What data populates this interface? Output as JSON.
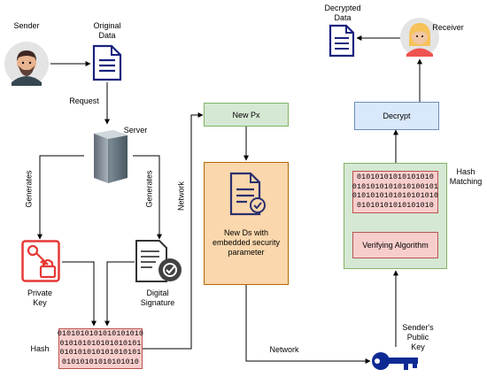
{
  "labels": {
    "sender": "Sender",
    "original_data": "Original\nData",
    "request": "Request",
    "server": "Server",
    "generates_left": "Generates",
    "generates_right": "Generates",
    "private_key": "Private\nKey",
    "digital_signature": "Digital\nSignature",
    "hash_left": "Hash",
    "network_vertical": "Network",
    "new_px": "New Px",
    "new_ds": "New Ds with\nembedded security\nparameter",
    "network_bottom": "Network",
    "senders_public_key": "Sender's\nPublic\nKey",
    "hash_matching": "Hash\nMatching",
    "verifying_algorithm": "Verifying Algorithm",
    "decrypt": "Decrypt",
    "decrypted_data": "Decrypted\nData",
    "receiver": "Receiver"
  },
  "hash_rows": [
    "010101010101010",
    "0101010101010101",
    "0101010101010101",
    "0101010101010101",
    "0101010101010101",
    "0101010101010101",
    "010101010101010"
  ],
  "hash_left_rows": [
    "0101010101010101010",
    "010101010101010101",
    "010101010101010101",
    "01010101010101010"
  ],
  "hash_right_rows": [
    "01010101010101010",
    "0101010101010100101",
    "0101010101010101010",
    "01010101010101010"
  ],
  "colors": {
    "green_fill": "#d5e8d4",
    "green_border": "#82b366",
    "orange_fill": "#fad7ac",
    "orange_border": "#b46504",
    "blue_fill": "#dae8fc",
    "blue_border": "#6c8ebf",
    "red_fill": "#f8cecc",
    "red_border": "#b85450",
    "icon_navy": "#1a237e",
    "key_red": "#e53935",
    "pubkey_blue": "#0d2a94"
  }
}
